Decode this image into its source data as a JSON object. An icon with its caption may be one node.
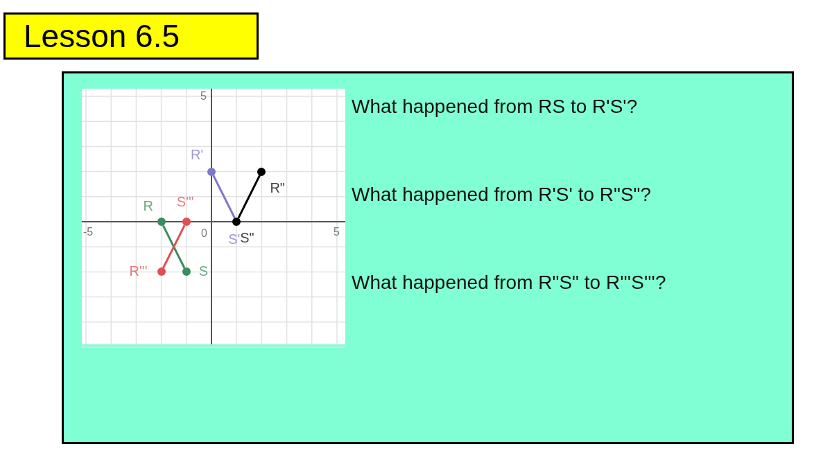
{
  "diagram": {
    "title": "Lesson 6.5",
    "nodes": [
      {
        "text": [],
        "shape": "circle",
        "beside": [
          "R"
        ]
      },
      {
        "text": [],
        "shape": "circle",
        "beside": [
          "S"
        ]
      },
      {
        "text": [],
        "shape": "circle",
        "beside": [
          "R'"
        ]
      },
      {
        "text": [],
        "shape": "circle",
        "beside": [
          "S'",
          "S\""
        ]
      },
      {
        "text": [],
        "shape": "circle",
        "beside": [
          "R\""
        ]
      },
      {
        "text": [],
        "shape": "circle",
        "beside": [
          "R'''"
        ]
      },
      {
        "text": [],
        "shape": "circle",
        "beside": [
          "S'''"
        ]
      }
    ],
    "edges": [
      {
        "from": 0,
        "to": 1,
        "arrow": "none",
        "color": "#3d8b5e"
      },
      {
        "from": 2,
        "to": 3,
        "arrow": "none",
        "color": "#8078c8"
      },
      {
        "from": 3,
        "to": 4,
        "arrow": "none",
        "color": "#000000"
      },
      {
        "from": 5,
        "to": 6,
        "arrow": "none",
        "color": "#e05050"
      }
    ],
    "labels": [
      "5",
      "What happened from RS to R'S'?",
      "What happened from R'S' to R\"S\"?",
      "-5",
      "0",
      "5",
      "What happened from R\"S\" to R'''S'''?"
    ]
  }
}
